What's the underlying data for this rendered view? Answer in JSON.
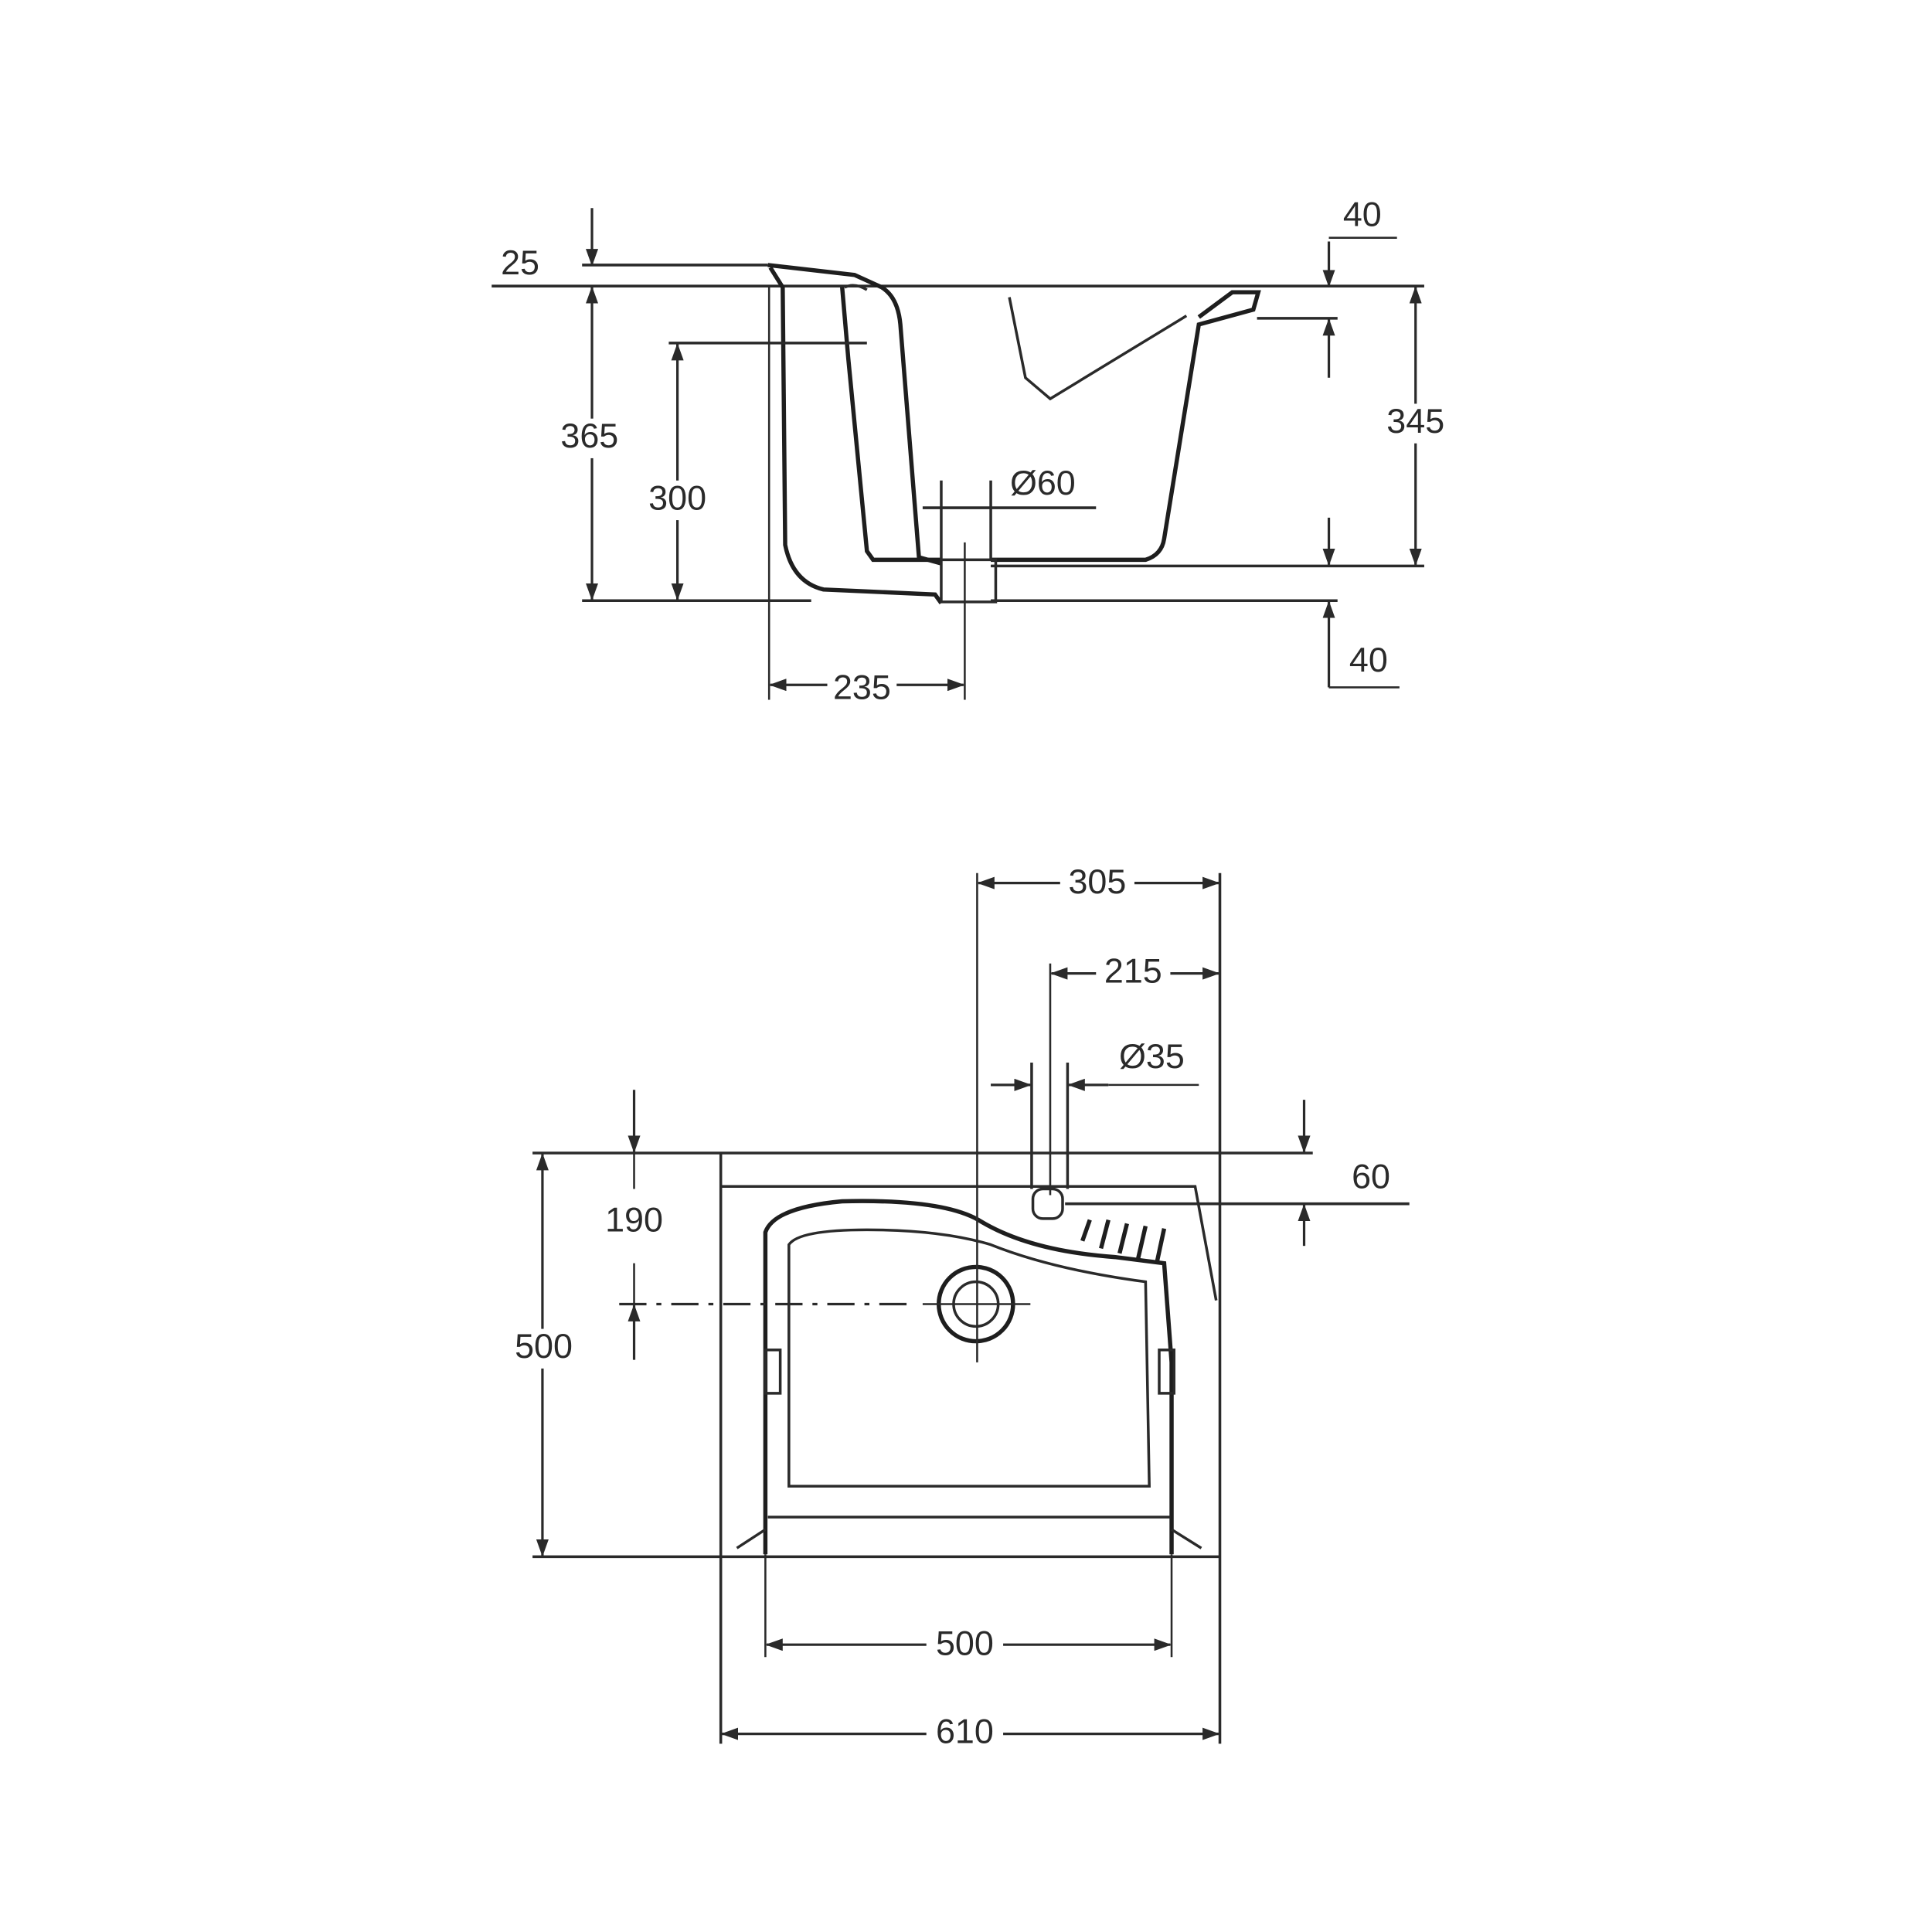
{
  "side_view": {
    "dim_rim_thickness": "25",
    "dim_total_height": "365",
    "dim_overflow_height": "300",
    "dim_inner_depth": "345",
    "dim_drain_diameter": "Ø60",
    "dim_drain_offset": "235",
    "dim_top_right": "40",
    "dim_bottom_right": "40"
  },
  "plan_view": {
    "dim_drain_to_edge": "305",
    "dim_tap_hole_to_edge": "215",
    "dim_tap_hole_diameter": "Ø35",
    "dim_tap_hole_from_back": "60",
    "dim_drain_from_back": "190",
    "dim_depth": "500",
    "dim_basin_width": "500",
    "dim_total_width": "610"
  }
}
